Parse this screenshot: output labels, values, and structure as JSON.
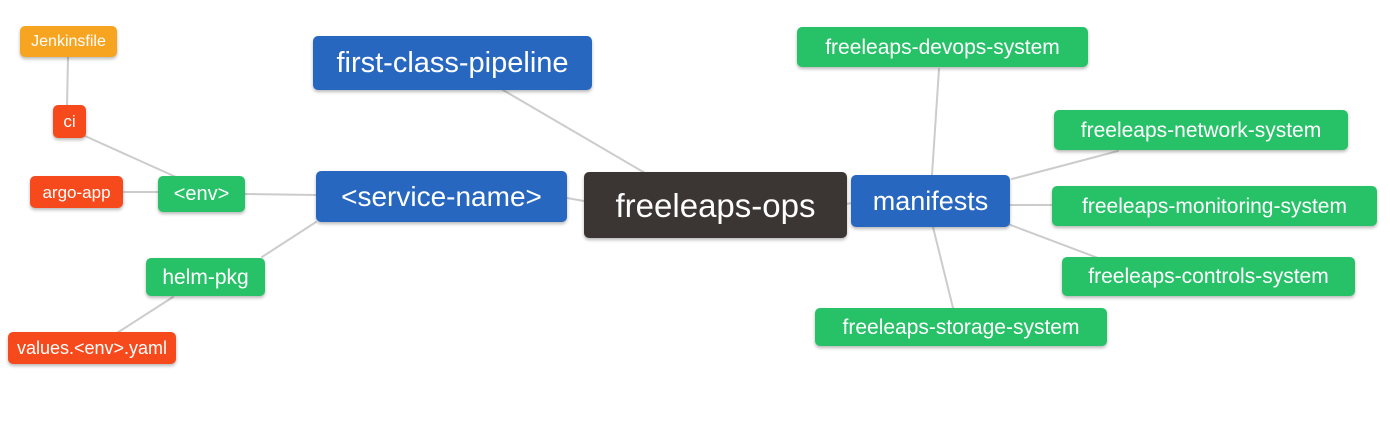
{
  "diagram": {
    "type": "mindmap",
    "background": "#ffffff",
    "edge_color": "#cccccc",
    "root_node": "freeleaps-ops",
    "palette": {
      "blue": "#2767C0",
      "green": "#27C268",
      "orange": "#F7A521",
      "red": "#F74A1C",
      "dark": "#3B3534",
      "node_text": "#ffffff"
    }
  },
  "nodes": {
    "freeleaps_ops": {
      "label": "freeleaps-ops",
      "color_role": "dark"
    },
    "first_class_pipeline": {
      "label": "first-class-pipeline",
      "color_role": "blue"
    },
    "service_name": {
      "label": "<service-name>",
      "color_role": "blue"
    },
    "manifests": {
      "label": "manifests",
      "color_role": "blue"
    },
    "env": {
      "label": "<env>",
      "color_role": "green"
    },
    "helm_pkg": {
      "label": "helm-pkg",
      "color_role": "green"
    },
    "jenkinsfile": {
      "label": "Jenkinsfile",
      "color_role": "orange"
    },
    "ci": {
      "label": "ci",
      "color_role": "red"
    },
    "argo_app": {
      "label": "argo-app",
      "color_role": "red"
    },
    "values_env_yaml": {
      "label": "values.<env>.yaml",
      "color_role": "red"
    },
    "devops_system": {
      "label": "freeleaps-devops-system",
      "color_role": "green"
    },
    "network_system": {
      "label": "freeleaps-network-system",
      "color_role": "green"
    },
    "monitoring_system": {
      "label": "freeleaps-monitoring-system",
      "color_role": "green"
    },
    "controls_system": {
      "label": "freeleaps-controls-system",
      "color_role": "green"
    },
    "storage_system": {
      "label": "freeleaps-storage-system",
      "color_role": "green"
    }
  },
  "edges": [
    {
      "from": "jenkinsfile",
      "to": "ci"
    },
    {
      "from": "ci",
      "to": "env"
    },
    {
      "from": "argo_app",
      "to": "env"
    },
    {
      "from": "env",
      "to": "service_name"
    },
    {
      "from": "service_name",
      "to": "helm_pkg"
    },
    {
      "from": "helm_pkg",
      "to": "values_env_yaml"
    },
    {
      "from": "first_class_pipeline",
      "to": "freeleaps_ops"
    },
    {
      "from": "service_name",
      "to": "freeleaps_ops"
    },
    {
      "from": "freeleaps_ops",
      "to": "manifests"
    },
    {
      "from": "manifests",
      "to": "devops_system"
    },
    {
      "from": "manifests",
      "to": "network_system"
    },
    {
      "from": "manifests",
      "to": "monitoring_system"
    },
    {
      "from": "manifests",
      "to": "controls_system"
    },
    {
      "from": "manifests",
      "to": "storage_system"
    }
  ]
}
